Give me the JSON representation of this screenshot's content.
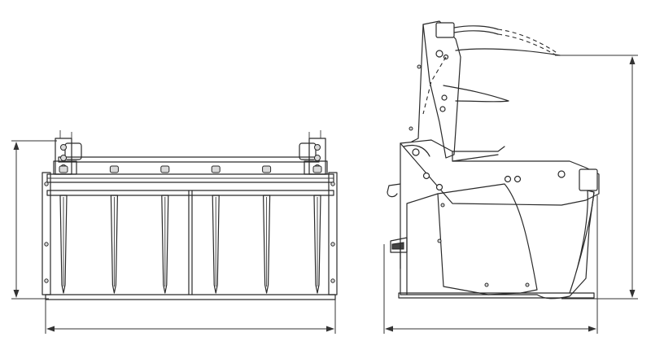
{
  "drawing": {
    "colors": {
      "line": "#2a2a2a",
      "background": "#ffffff",
      "hardware": "#d9d9d9"
    },
    "views": [
      {
        "name": "front-view",
        "tines": 6
      },
      {
        "name": "side-view"
      }
    ]
  }
}
